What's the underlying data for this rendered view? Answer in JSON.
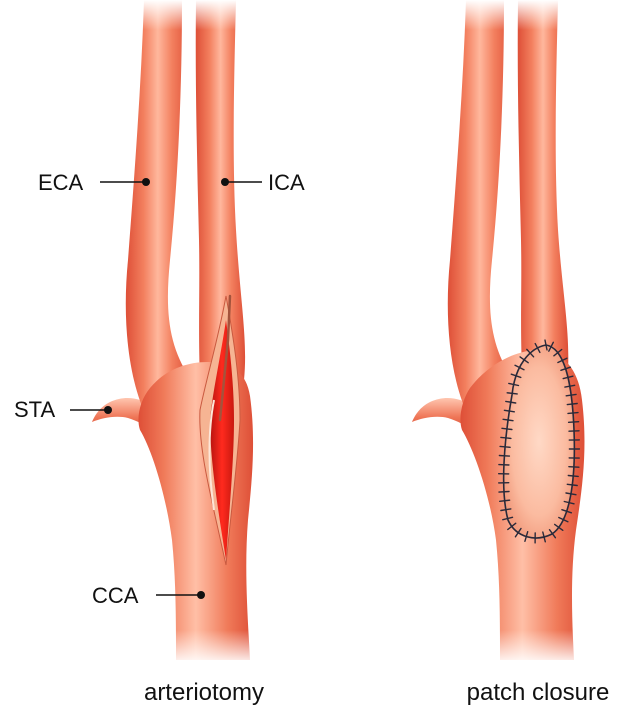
{
  "labels": {
    "eca": "ECA",
    "ica": "ICA",
    "sta": "STA",
    "cca": "CCA"
  },
  "captions": {
    "left": "arteriotomy",
    "right": "patch closure"
  },
  "colors": {
    "vessel": "#ee6a4d",
    "vessel_highlight": "#ffc6b0",
    "vessel_shadow": "#d9533a",
    "lumen": "#e0231b",
    "incision_edge": "#f6b493",
    "patch": "#fbc3aa",
    "suture": "#2a2a3a"
  }
}
